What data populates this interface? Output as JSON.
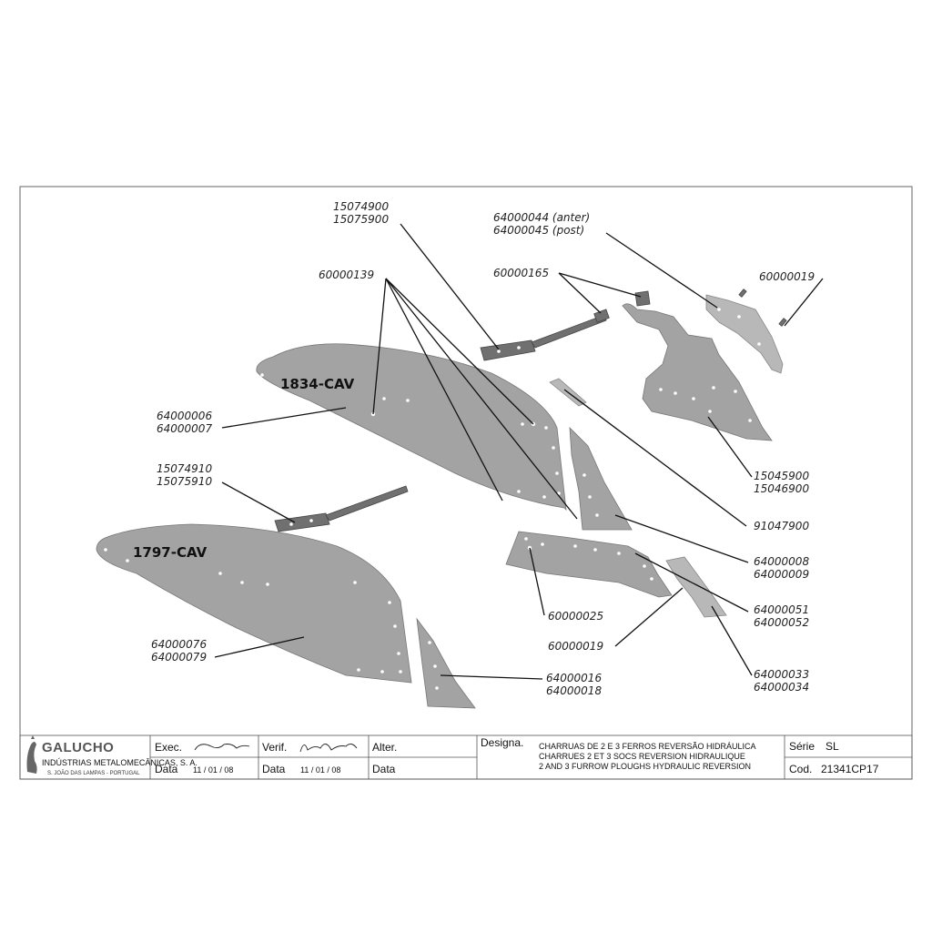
{
  "drawing": {
    "plough_labels": [
      "1834-CAV",
      "1797-CAV"
    ],
    "callouts": {
      "c15074900": [
        "15074900",
        "15075900"
      ],
      "c64000044": [
        "64000044 (anter)",
        "64000045 (post)"
      ],
      "c60000139": [
        "60000139"
      ],
      "c60000165": [
        "60000165"
      ],
      "c60000019a": [
        "60000019"
      ],
      "c64000006": [
        "64000006",
        "64000007"
      ],
      "c15074910": [
        "15074910",
        "15075910"
      ],
      "c15045900": [
        "15045900",
        "15046900"
      ],
      "c91047900": [
        "91047900"
      ],
      "c64000008": [
        "64000008",
        "64000009"
      ],
      "c60000025": [
        "60000025"
      ],
      "c64000051": [
        "64000051",
        "64000052"
      ],
      "c60000019b": [
        "60000019"
      ],
      "c64000076": [
        "64000076",
        "64000079"
      ],
      "c64000016": [
        "64000016",
        "64000018"
      ],
      "c64000033": [
        "64000033",
        "64000034"
      ]
    }
  },
  "title_block": {
    "company": "GALUCHO",
    "company_sub": "INDÚSTRIAS METALOMECÂNICAS, S. A.",
    "company_addr": "S. JOÃO DAS LAMPAS  -  PORTUGAL",
    "exec_label": "Exec.",
    "verif_label": "Verif.",
    "alter_label": "Alter.",
    "data_label": "Data",
    "exec_date": "11 / 01 / 08",
    "verif_date": "11 / 01 / 08",
    "designa_label": "Designa.",
    "designation": [
      "CHARRUAS DE 2 E 3 FERROS REVERSÃO HIDRÁULICA",
      "CHARRUES 2 ET 3 SOCS REVERSION HIDRAULIQUE",
      "2 AND 3 FURROW PLOUGHS HYDRAULIC REVERSION"
    ],
    "serie_label": "Série",
    "serie_value": "SL",
    "cod_label": "Cod.",
    "cod_value": "21341CP17"
  }
}
